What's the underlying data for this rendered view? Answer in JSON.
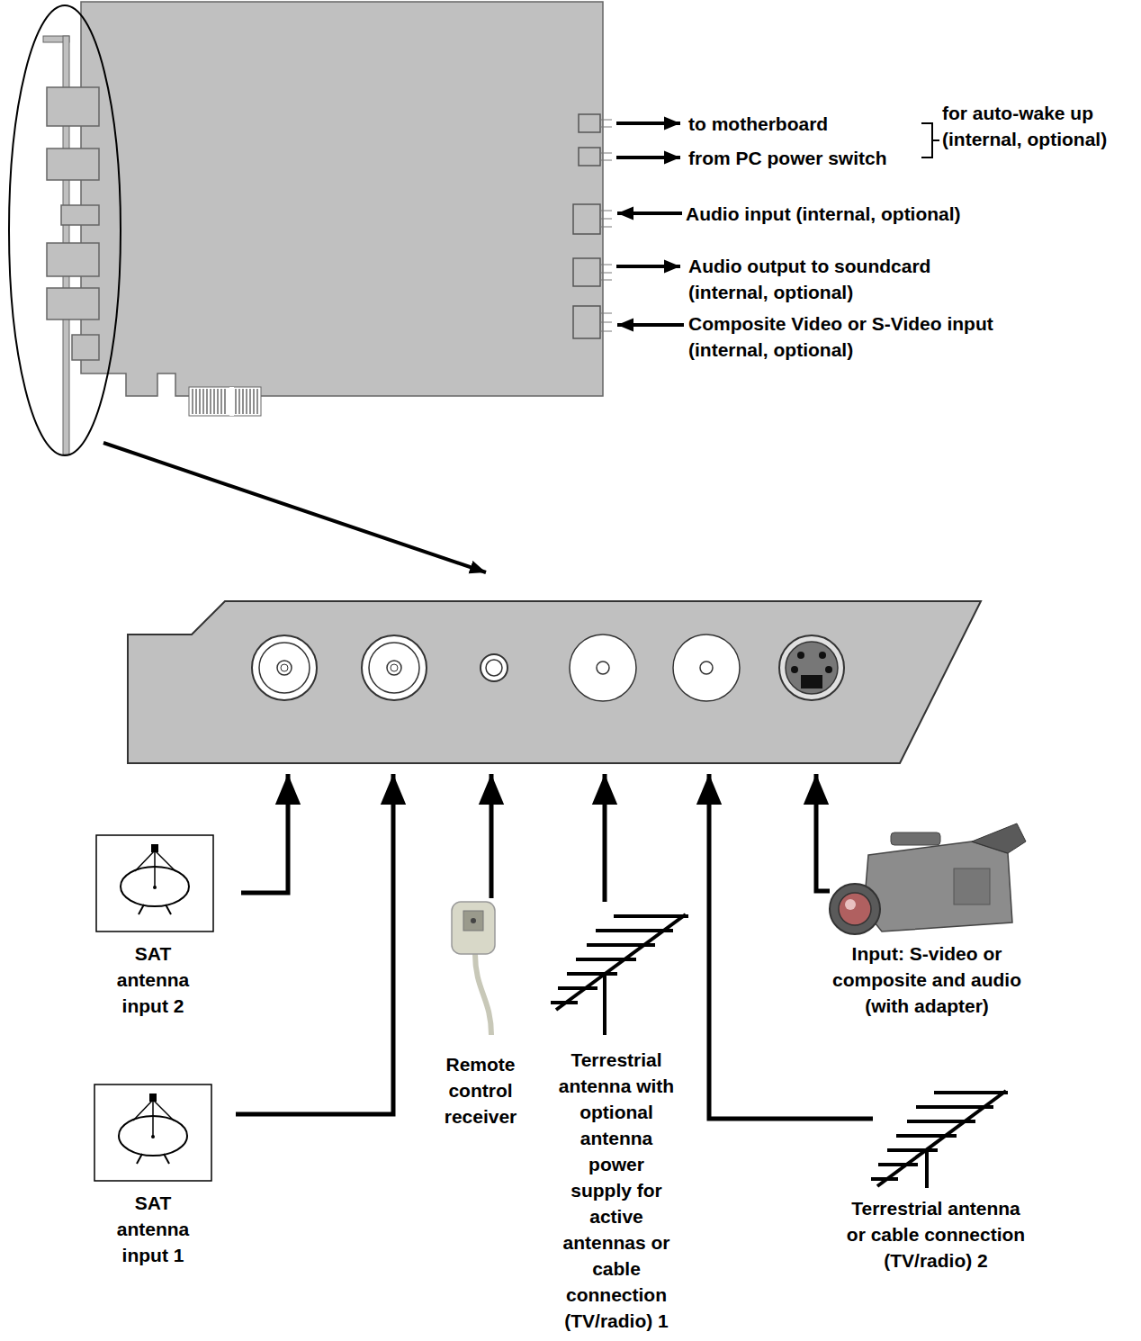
{
  "diagram": {
    "labels": [
      "to motherboard",
      "from PC power switch",
      "for auto-wake up (internal, optional)",
      "Audio input (internal, optional)",
      "Audio output to soundcard (internal, optional)",
      "Composite Video or S-Video input (internal, optional)",
      "SAT antenna input 2",
      "Remote control receiver",
      "Terrestrial antenna with optional antenna power supply for active antennas or cable connection (TV/radio) 1",
      "Input: S-video or composite and audio (with adapter)",
      "SAT antenna input 1",
      "Terrestrial antenna or cable connection (TV/radio) 2"
    ]
  }
}
